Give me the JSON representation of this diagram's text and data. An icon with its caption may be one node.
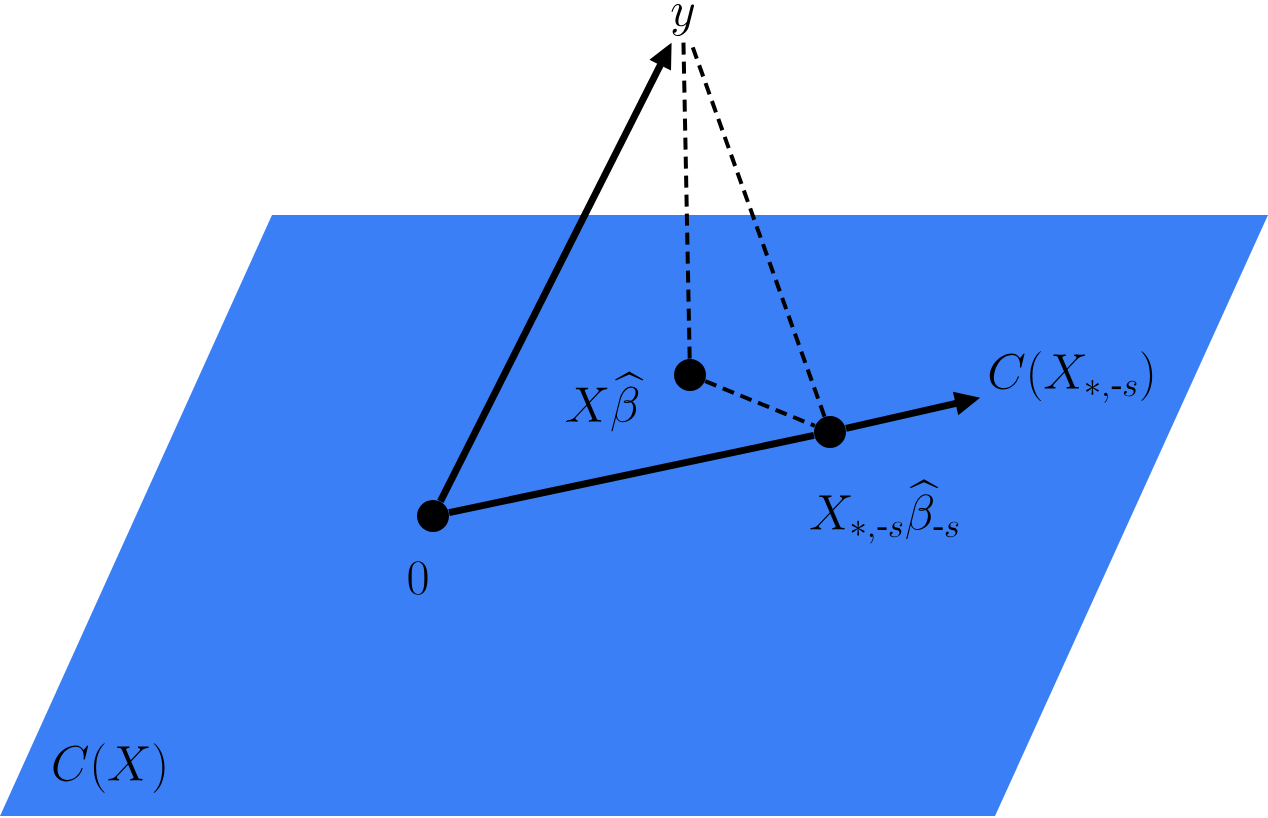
{
  "diagram": {
    "nodes": [
      {
        "text": [
          "C(X)"
        ]
      },
      {
        "text": [],
        "shape": "circle",
        "beside": [
          "0"
        ],
        "in": 0
      },
      {
        "text": [
          "y"
        ]
      },
      {
        "text": [],
        "shape": "circle",
        "beside": [
          "X\\widehat{\\beta}"
        ],
        "in": 0
      },
      {
        "text": [],
        "shape": "circle",
        "beside": [
          "X_{*,\\text{-}s}\\widehat{\\beta}_{\\text{-}s}"
        ],
        "in": 0
      },
      {
        "text": [
          "C(X_{*,\\text{-}s})"
        ],
        "in": 0
      }
    ],
    "edges": [
      {
        "from": 1,
        "to": 2,
        "arrow": "to"
      },
      {
        "from": 1,
        "to": 4,
        "arrow": "none"
      },
      {
        "from": 4,
        "to": 5,
        "arrow": "to"
      },
      {
        "from": 3,
        "to": 2,
        "arrow": "none",
        "style": "dashed"
      },
      {
        "from": 4,
        "to": 2,
        "arrow": "none",
        "style": "dashed"
      },
      {
        "from": 3,
        "to": 4,
        "arrow": "none",
        "style": "dashed"
      }
    ]
  }
}
